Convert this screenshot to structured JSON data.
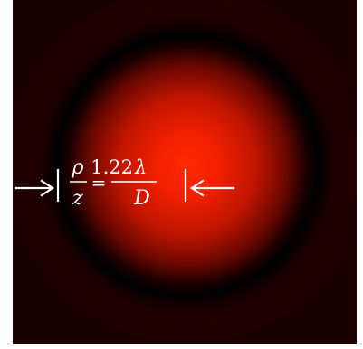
{
  "figure": {
    "colors": {
      "background": "#ffffff",
      "dark": "#1a0000",
      "ring": "#000000",
      "peak": "#ff2200",
      "annotation": "#ffffff"
    },
    "formula": {
      "lhs_numerator": "ρ",
      "lhs_denominator": "z",
      "equals": "=",
      "rhs_coefficient": "1.22",
      "rhs_symbol": "λ",
      "rhs_denominator": "D"
    },
    "markers": {
      "left": "arrow-right-to-bar",
      "right": "arrow-left-to-bar"
    }
  }
}
